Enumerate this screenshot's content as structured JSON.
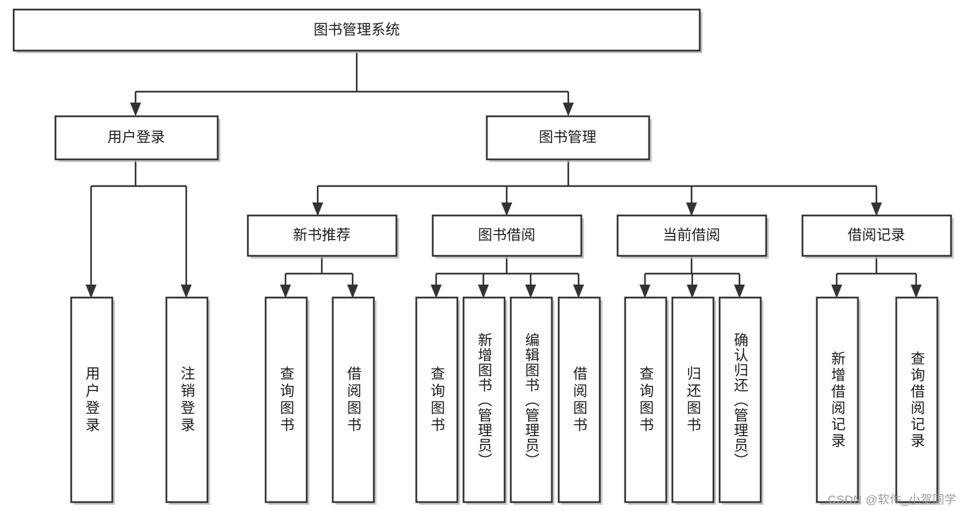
{
  "diagram": {
    "title": "图书管理系统",
    "type": "tree-hierarchy-chart",
    "watermark": "CSDN @软件_小贺同学",
    "colors": {
      "box_fill": "#ffffff",
      "box_stroke": "#333333",
      "shadow": "#b8b8b8",
      "text": "#1b1b1b",
      "watermark": "#9a9a9a",
      "background": "#ffffff"
    },
    "root": {
      "label": "图书管理系统"
    },
    "level2": [
      {
        "label": "用户登录"
      },
      {
        "label": "图书管理"
      }
    ],
    "level3": [
      {
        "label": "新书推荐"
      },
      {
        "label": "图书借阅"
      },
      {
        "label": "当前借阅"
      },
      {
        "label": "借阅记录"
      }
    ],
    "leaves": {
      "user_login": [
        {
          "label": "用户登录"
        },
        {
          "label": "注销登录"
        }
      ],
      "new_book_recommend": [
        {
          "label": "查询图书"
        },
        {
          "label": "借阅图书"
        }
      ],
      "book_borrow": [
        {
          "label": "查询图书"
        },
        {
          "label": "新增图书（管理员）"
        },
        {
          "label": "编辑图书（管理员）"
        },
        {
          "label": "借阅图书"
        }
      ],
      "current_borrow": [
        {
          "label": "查询图书"
        },
        {
          "label": "归还图书"
        },
        {
          "label": "确认归还（管理员）"
        }
      ],
      "borrow_record": [
        {
          "label": "新增借阅记录"
        },
        {
          "label": "查询借阅记录"
        }
      ]
    }
  }
}
